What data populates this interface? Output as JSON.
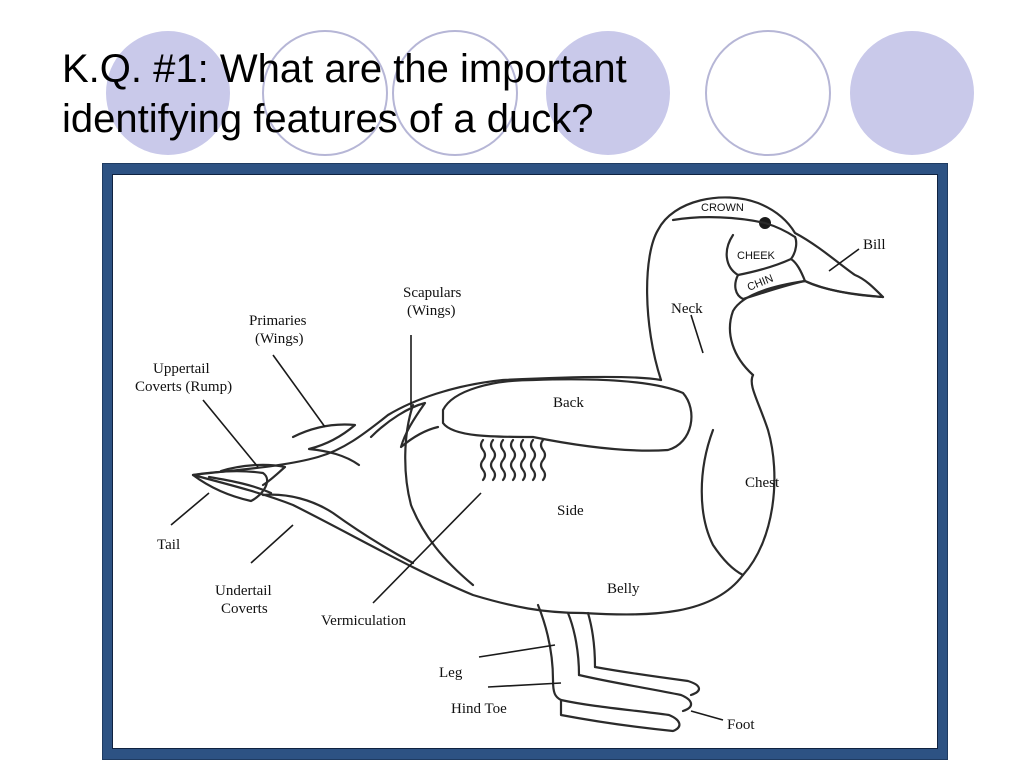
{
  "slide": {
    "title_line1": "K.Q. #1: What are the important",
    "title_line2": "identifying features of a duck?",
    "decor_fill": "#c9c9ea",
    "decor_stroke": "#b6b6d6",
    "frame_color": "#2d5283",
    "outline_color": "#2b2b2b"
  },
  "diagram": {
    "head_labels": {
      "crown": "CROWN",
      "cheek": "CHEEK",
      "chin": "CHIN"
    },
    "labels": {
      "bill": "Bill",
      "neck": "Neck",
      "scapulars_1": "Scapulars",
      "scapulars_2": "(Wings)",
      "primaries_1": "Primaries",
      "primaries_2": "(Wings)",
      "uppertail_1": "Uppertail",
      "uppertail_2": "Coverts (Rump)",
      "back": "Back",
      "chest": "Chest",
      "side": "Side",
      "tail": "Tail",
      "undertail_1": "Undertail",
      "undertail_2": "Coverts",
      "vermiculation": "Vermiculation",
      "belly": "Belly",
      "leg": "Leg",
      "hind_toe": "Hind Toe",
      "foot": "Foot"
    }
  }
}
